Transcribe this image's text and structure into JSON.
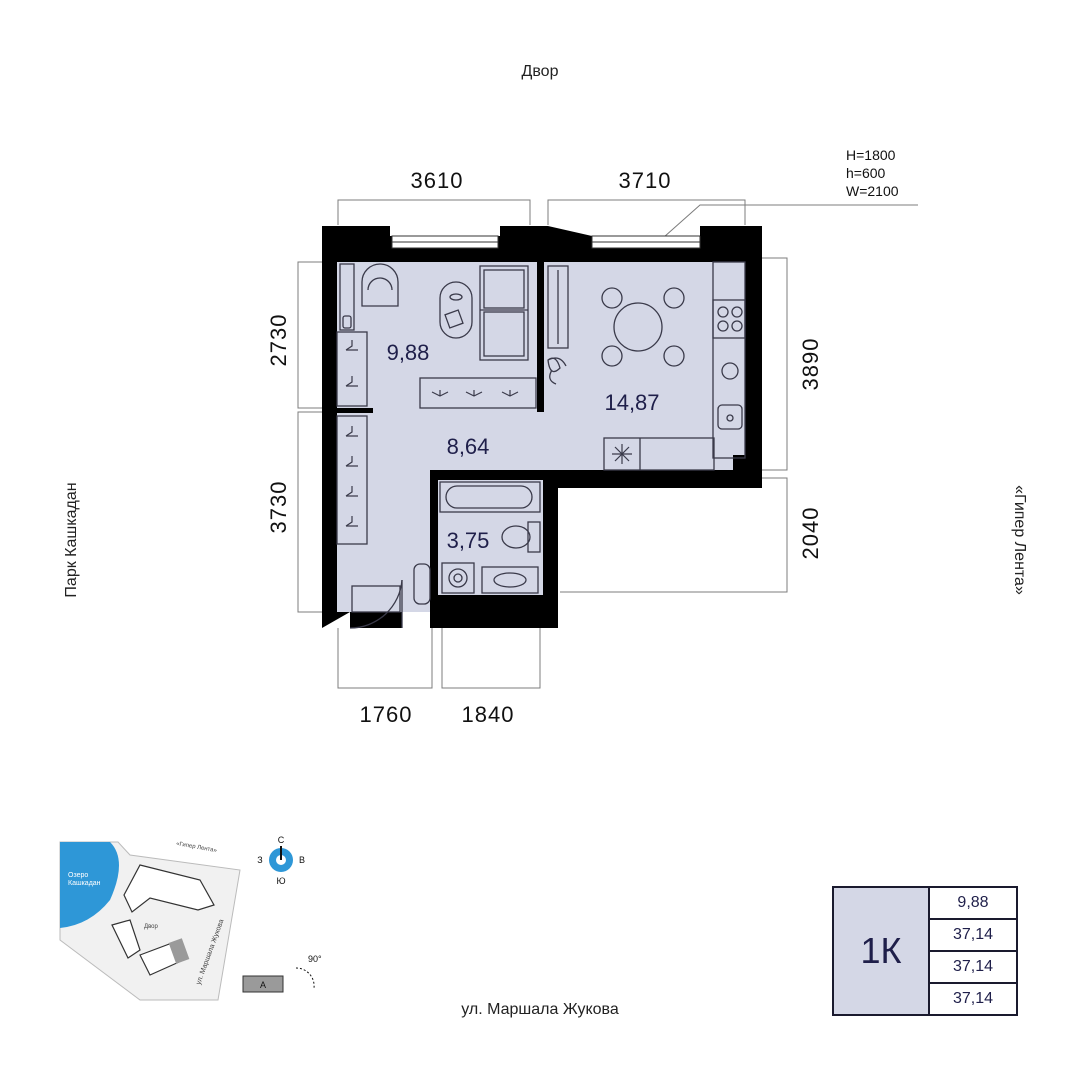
{
  "labels": {
    "top": "Двор",
    "left": "Парк Кашкадан",
    "right": "«Гипер Лента»",
    "bottom": "ул. Маршала Жукова"
  },
  "window_note": {
    "line1": "H=1800",
    "line2": "h=600",
    "line3": "W=2100"
  },
  "dimensions": {
    "top_left": "3610",
    "top_right": "3710",
    "left_upper": "2730",
    "left_lower": "3730",
    "right_upper": "3890",
    "right_lower": "2040",
    "bottom_left": "1760",
    "bottom_right": "1840"
  },
  "rooms": {
    "bedroom": "9,88",
    "kitchen": "14,87",
    "hall": "8,64",
    "bath": "3,75"
  },
  "site_plan": {
    "lake": [
      "Озеро",
      "Кашкадан"
    ],
    "store": "«Гипер Лента»",
    "yard": "Двор",
    "street": "ул. Маршала Жукова",
    "rotation": "90°",
    "section": "А",
    "compass": {
      "n": "С",
      "s": "Ю",
      "w": "З",
      "e": "В"
    }
  },
  "info": {
    "type": "1К",
    "values": [
      "9,88",
      "37,14",
      "37,14",
      "37,14"
    ]
  }
}
